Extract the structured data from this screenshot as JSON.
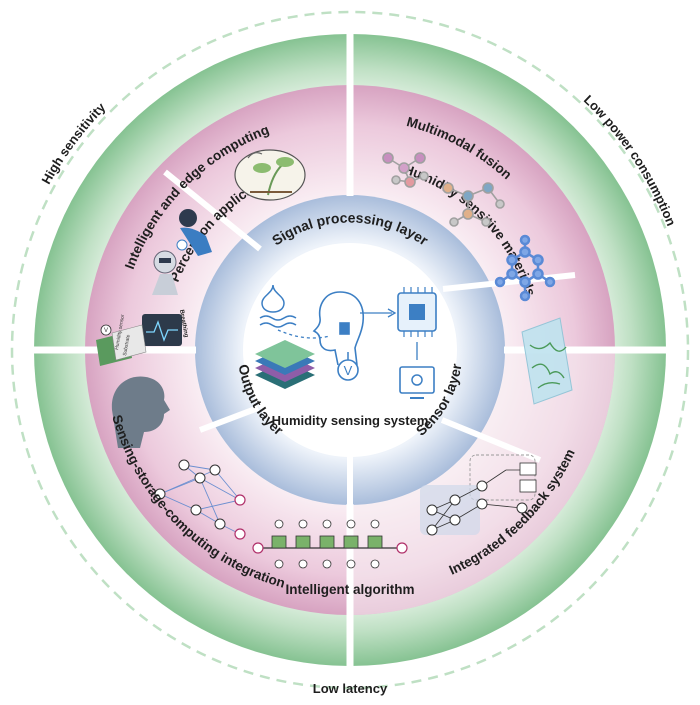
{
  "center": {
    "title": "Humidity sensing system"
  },
  "layers": {
    "signal": "Signal processing layer",
    "sensor": "Sensor layer",
    "output": "Output layer"
  },
  "middle_ring": {
    "perception": "Perception applications",
    "materials": "Humidity sensitive materials",
    "algorithm": "Intelligent algorithm",
    "inset_text": {
      "breathing": "Breathing",
      "humidity_sensor": "Humidity sensor",
      "substrate": "Substrate"
    }
  },
  "outer_ring": {
    "edge": "Intelligent and edge computing",
    "fusion": "Multimodal fusion",
    "storage": "Sensing-storage-computing integration",
    "feedback": "Integrated feedback system"
  },
  "outermost": {
    "sensitivity": "High sensitivity",
    "power": "Low power consumption",
    "latency": "Low latency"
  },
  "colors": {
    "outer_green": "#7fbf8c",
    "mid_pink": "#d8a5c2",
    "inner_blue": "#a9bddb",
    "accent_blue": "#3c7fc4"
  },
  "icons": [
    "water-droplet-icon",
    "head-profile-icon",
    "chip-icon",
    "monitor-icon",
    "voltage-icon",
    "sensor-stack-icon"
  ]
}
